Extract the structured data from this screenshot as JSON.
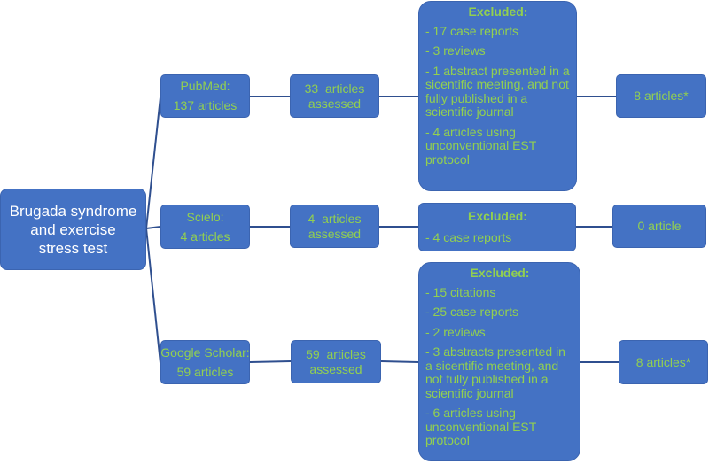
{
  "root": {
    "lines": [
      "Brugada syndrome",
      "and exercise",
      "stress test"
    ]
  },
  "branches": [
    {
      "source": {
        "name": "PubMed:",
        "count": "137 articles"
      },
      "assessed": [
        "33  articles",
        "assessed"
      ],
      "excluded": {
        "title": "Excluded:",
        "items": [
          "- 17 case reports",
          "- 3 reviews",
          "- 1 abstract presented in a sicentific meeting, and not fully published in a scientific journal",
          "- 4 articles using unconventional EST protocol"
        ]
      },
      "result": "8 articles*"
    },
    {
      "source": {
        "name": "Scielo:",
        "count": "4 articles"
      },
      "assessed": [
        "4  articles",
        "assessed"
      ],
      "excluded": {
        "title": "Excluded:",
        "items": [
          "- 4 case reports"
        ]
      },
      "result": "0 article"
    },
    {
      "source": {
        "name": "Google Scholar:",
        "count": "59 articles"
      },
      "assessed": [
        "59  articles",
        "assessed"
      ],
      "excluded": {
        "title": "Excluded:",
        "items": [
          "- 15 citations",
          "- 25 case reports",
          "- 2 reviews",
          "- 3 abstracts presented in a sicentific meeting, and not fully published in a scientific journal",
          "- 6 articles using unconventional EST protocol"
        ]
      },
      "result": "8 articles*"
    }
  ],
  "colors": {
    "box_fill": "#4472c4",
    "box_text": "#92d050",
    "root_text": "#ffffff",
    "connector": "#2f4f8f"
  }
}
